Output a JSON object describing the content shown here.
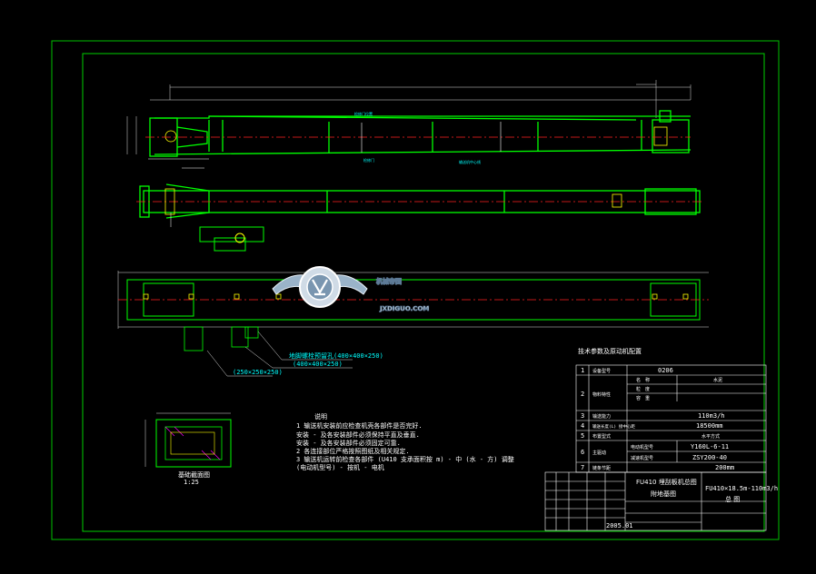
{
  "spec_table": {
    "heading": "技术参数及原动机配置",
    "rows": [
      {
        "no": "1",
        "label": "设备型号",
        "value": "0206"
      },
      {
        "no": "2",
        "label": "物料特性",
        "sub": [
          {
            "name": "名　称",
            "value": "水泥"
          },
          {
            "name": "粒　度",
            "value": ""
          },
          {
            "name": "容　重",
            "value": ""
          }
        ]
      },
      {
        "no": "3",
        "label": "输送能力",
        "value": "110m3/h"
      },
      {
        "no": "4",
        "label": "输送长度(L) 接中心距",
        "value": "18500mm"
      },
      {
        "no": "5",
        "label": "布置型式",
        "value": "水平方式"
      },
      {
        "no": "6",
        "label": "主驱动",
        "sub": [
          {
            "name": "电动机型号",
            "value": "Y160L-6-11"
          },
          {
            "name": "减速机型号",
            "value": "ZSY200-40"
          }
        ]
      },
      {
        "no": "7",
        "label": "链条节距",
        "value": "200mm"
      }
    ]
  },
  "title_block": {
    "title_line1": "FU410 埋刮板机总图",
    "title_line2": "附地基图",
    "drawing_no": "FU410×18.5m-110m3/h",
    "sheet": "总 图",
    "date": "2005.01"
  },
  "notes": {
    "heading": "说明",
    "lines": [
      "1 输送机安装前应检查机壳各部件是否完好.",
      "  安装 - 及各安装部件必须保持平直及垂直.",
      "  安装 - 及各安装部件必须固定可靠.",
      "2 各连接部位严格按照图纸及相关规定.",
      "3 输送机运转前检查各部件 (U410 支承面积按 m) - 中 (水 - 方) 调整",
      "  (电动机型号) - 按机 - 电机"
    ]
  },
  "section_caption": {
    "title": "基础截面图",
    "scale": "1:25"
  },
  "callouts": [
    "地脚螺栓预留孔(400×400×250)",
    "(400×400×250)",
    "(250×250×250)"
  ],
  "watermark": {
    "cn": "机械帝国",
    "en": "JXDIGUO.COM"
  },
  "colors": {
    "background": "#000000",
    "border": "#00d000",
    "outline": "#00ff00",
    "centerline": "#ff2020",
    "text": "#ffffff",
    "dimension": "#ffffff",
    "hatch": "#ff00ff",
    "accent_yellow": "#ffff00",
    "accent_cyan": "#00ffff"
  }
}
